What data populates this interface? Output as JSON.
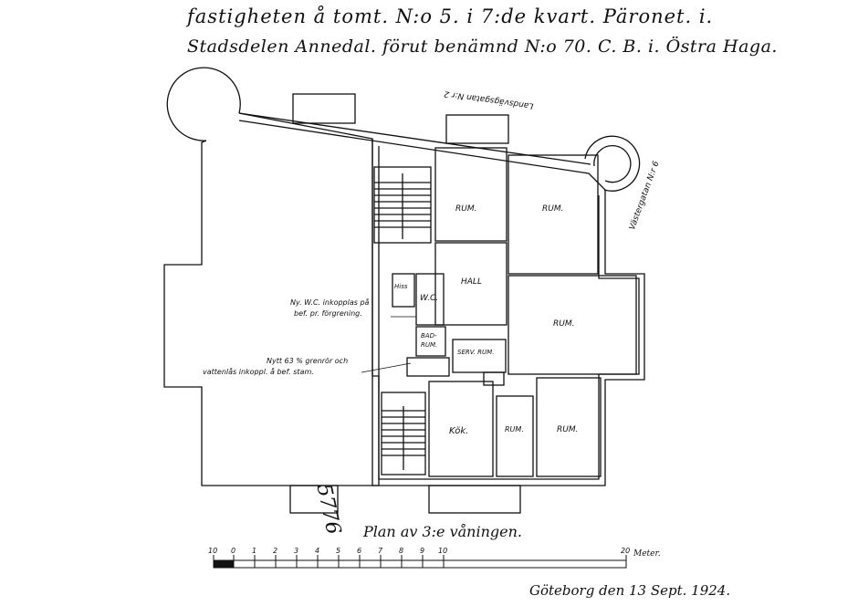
{
  "title": {
    "line1": "fastigheten å tomt. N:o 5. i 7:de kvart. Päronet. i.",
    "line2": "Stadsdelen Annedal. förut benämnd N:o 70. C. B. i. Östra Haga."
  },
  "streets": {
    "top": "Landsvägsgatan N:r 2",
    "right": "Västergatan N:r 6"
  },
  "rooms": {
    "rum_top_left": "RUM.",
    "rum_top_right": "RUM.",
    "hall": "HALL",
    "rum_middle": "RUM.",
    "hiss": "Hiss",
    "wc": "W.C.",
    "badrum_1": "BAD-",
    "badrum_2": "RUM.",
    "serv_rum": "SERV. RUM.",
    "kok": "Kök.",
    "rum_small": "RUM.",
    "rum_bottom_right": "RUM."
  },
  "notes": {
    "note1_line1": "Ny. W.C. inkopplas på",
    "note1_line2": "bef. pr. förgrening.",
    "note2_line1": "Nytt 63 % grenrör och",
    "note2_line2": "vattenlås inkoppl. å bef. stam."
  },
  "stamp": "5776",
  "plan_label": "Plan av 3:e våningen.",
  "scale": {
    "ticks": [
      "10",
      "0",
      "1",
      "2",
      "3",
      "4",
      "5",
      "6",
      "7",
      "8",
      "9",
      "10",
      "20"
    ],
    "unit": "Meter."
  },
  "date": "Göteborg den 13 Sept. 1924."
}
